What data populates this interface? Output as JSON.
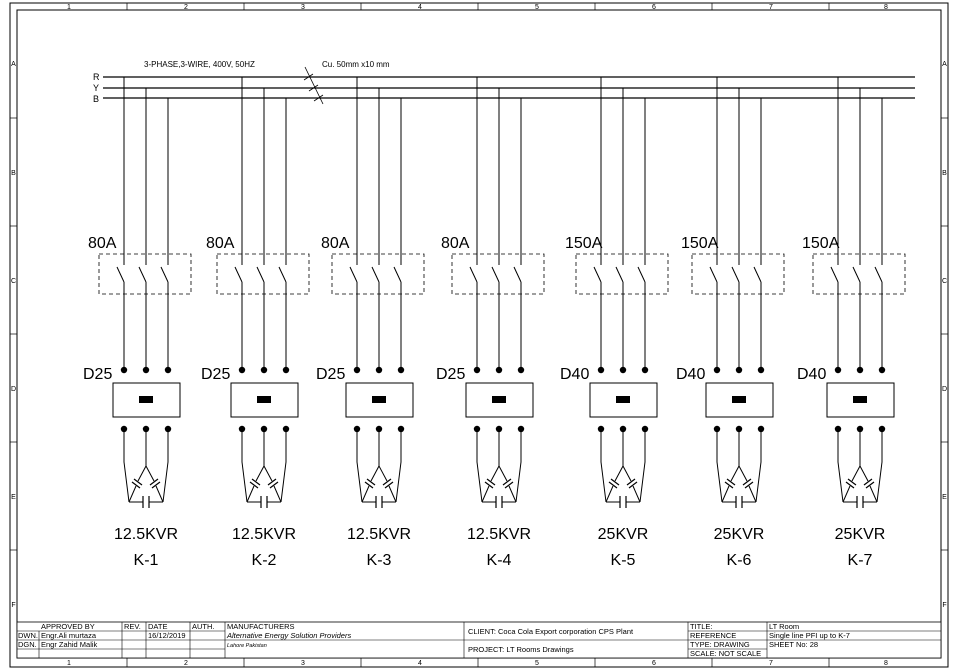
{
  "frame": {
    "col_labels": [
      "1",
      "2",
      "3",
      "4",
      "5",
      "6",
      "7",
      "8"
    ],
    "row_labels": [
      "A",
      "B",
      "C",
      "D",
      "E",
      "F"
    ]
  },
  "supply": {
    "description": "3-PHASE,3-WIRE, 400V, 50HZ",
    "conductor": "Cu. 50mm x10 mm",
    "phases": [
      "R",
      "Y",
      "B"
    ]
  },
  "feeders": [
    {
      "breaker": "80A",
      "contactor": "D25",
      "capacitor": "12.5KVR",
      "label": "K-1"
    },
    {
      "breaker": "80A",
      "contactor": "D25",
      "capacitor": "12.5KVR",
      "label": "K-2"
    },
    {
      "breaker": "80A",
      "contactor": "D25",
      "capacitor": "12.5KVR",
      "label": "K-3"
    },
    {
      "breaker": "80A",
      "contactor": "D25",
      "capacitor": "12.5KVR",
      "label": "K-4"
    },
    {
      "breaker": "150A",
      "contactor": "D40",
      "capacitor": "25KVR",
      "label": "K-5"
    },
    {
      "breaker": "150A",
      "contactor": "D40",
      "capacitor": "25KVR",
      "label": "K-6"
    },
    {
      "breaker": "150A",
      "contactor": "D40",
      "capacitor": "25KVR",
      "label": "K-7"
    }
  ],
  "title_block": {
    "approved_by": "APPROVED BY",
    "rev": "REV.",
    "date_label": "DATE",
    "auth": "AUTH.",
    "manufacturers_label": "MANUFACTURERS",
    "manufacturer_name": "Alternative Energy Solution Providers",
    "manufacturer_location": "Lahore Pakistan",
    "dwn_label": "DWN.",
    "dwn_name": "Engr.Ali murtaza",
    "date": "16/12/2019",
    "dgn_label": "DGN.",
    "dgn_name": "Engr Zahid Malik",
    "client": "CLIENT: Coca Cola Export corporation CPS Plant",
    "project": "PROJECT: LT Rooms Drawings",
    "title_label": "TITLE:",
    "title_value": "LT Room",
    "reference_label": "REFERENCE",
    "reference_value": "Single line PFI up to K-7",
    "type_value": "TYPE: DRAWING",
    "sheet_value": "SHEET No: 28",
    "scale_value": "SCALE: NOT SCALE"
  }
}
